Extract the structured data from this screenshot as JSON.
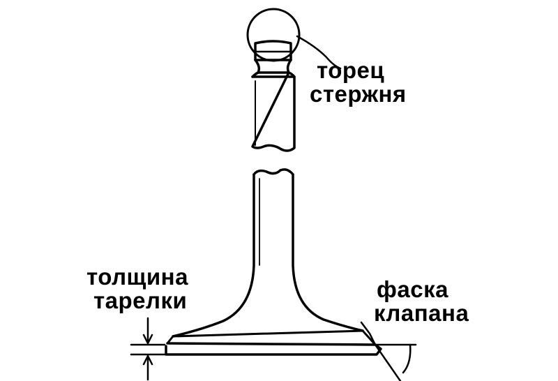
{
  "labels": {
    "stem_end": {
      "line1": "торец",
      "line2": "стержня"
    },
    "head_thickness": {
      "line1": "толщина",
      "line2": "тарелки"
    },
    "valve_face": {
      "line1": "фаска",
      "line2": "клапана"
    }
  },
  "colors": {
    "ink": "#000000",
    "paper": "#ffffff"
  }
}
